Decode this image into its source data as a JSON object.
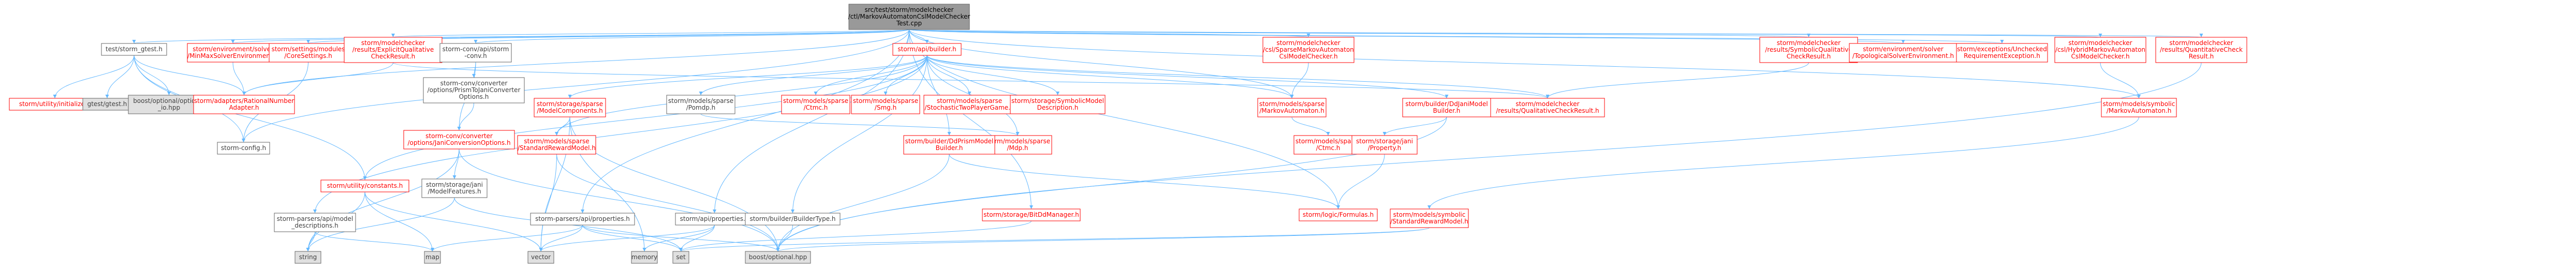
{
  "diagram_type": "include dependency graph",
  "colors": {
    "root_fill": "#999999",
    "root_border": "#666666",
    "node_fill": "#ffffff",
    "node_border_internal": "#ff0000",
    "node_border_external": "#666666",
    "leaf_fill": "#e0e0e0",
    "text_internal": "#ff0000",
    "text_external": "#404040",
    "text_root": "#000000",
    "edge": "#63b8ff"
  },
  "nodes": [
    {
      "id": "root",
      "kind": "root",
      "lines": [
        "src/test/storm/modelchecker",
        "/ctl/MarkovAutomatonCslModelChecker",
        "Test.cpp"
      ]
    },
    {
      "id": "gtest",
      "kind": "external",
      "lines": [
        "test/storm_gtest.h"
      ]
    },
    {
      "id": "minmax",
      "kind": "internal",
      "lines": [
        "storm/environment/solver",
        "/MinMaxSolverEnvironment.h"
      ]
    },
    {
      "id": "coresettings",
      "kind": "internal",
      "lines": [
        "storm/settings/modules",
        "/CoreSettings.h"
      ]
    },
    {
      "id": "explicitqual",
      "kind": "internal",
      "lines": [
        "storm/modelchecker",
        "/results/ExplicitQualitative",
        "CheckResult.h"
      ]
    },
    {
      "id": "convapi",
      "kind": "external",
      "lines": [
        "storm-conv/api/storm",
        "-conv.h"
      ]
    },
    {
      "id": "apibuilder",
      "kind": "internal",
      "lines": [
        "storm/api/builder.h"
      ]
    },
    {
      "id": "sparsemacsl",
      "kind": "internal",
      "lines": [
        "storm/modelchecker",
        "/csl/SparseMarkovAutomaton",
        "CslModelChecker.h"
      ]
    },
    {
      "id": "symqual",
      "kind": "internal",
      "lines": [
        "storm/modelchecker",
        "/results/SymbolicQualitative",
        "CheckResult.h"
      ]
    },
    {
      "id": "topoenv",
      "kind": "internal",
      "lines": [
        "storm/environment/solver",
        "/TopologicalSolverEnvironment.h"
      ]
    },
    {
      "id": "unchecked",
      "kind": "internal",
      "lines": [
        "storm/exceptions/Unchecked",
        "RequirementException.h"
      ]
    },
    {
      "id": "hybridmacsl",
      "kind": "internal",
      "lines": [
        "storm/modelchecker",
        "/csl/HybridMarkovAutomaton",
        "CslModelChecker.h"
      ]
    },
    {
      "id": "quantres",
      "kind": "internal",
      "lines": [
        "storm/modelchecker",
        "/results/QuantitativeCheck",
        "Result.h"
      ]
    },
    {
      "id": "utilinit",
      "kind": "internal",
      "lines": [
        "storm/utility/initialize.h"
      ]
    },
    {
      "id": "gtesth",
      "kind": "leaf",
      "lines": [
        "gtest/gtest.h"
      ]
    },
    {
      "id": "boostopt",
      "kind": "leaf",
      "lines": [
        "boost/optional/optional",
        "_io.hpp"
      ]
    },
    {
      "id": "ratnum",
      "kind": "internal",
      "lines": [
        "storm/adapters/RationalNumber",
        "Adapter.h"
      ]
    },
    {
      "id": "prismconv",
      "kind": "external",
      "lines": [
        "storm-conv/converter",
        "/options/PrismToJaniConverter",
        "Options.h"
      ]
    },
    {
      "id": "stormconfig",
      "kind": "external",
      "lines": [
        "storm-config.h"
      ]
    },
    {
      "id": "janiconv",
      "kind": "internal",
      "lines": [
        "storm-conv/converter",
        "/options/JaniConversionOptions.h"
      ]
    },
    {
      "id": "modelcomp",
      "kind": "internal",
      "lines": [
        "storm/storage/sparse",
        "/ModelComponents.h"
      ]
    },
    {
      "id": "pomdph",
      "kind": "external",
      "lines": [
        "storm/models/sparse",
        "/Pomdp.h"
      ]
    },
    {
      "id": "ctmch",
      "kind": "internal",
      "lines": [
        "storm/models/sparse",
        "/Ctmc.h"
      ]
    },
    {
      "id": "smgh",
      "kind": "internal",
      "lines": [
        "storm/models/sparse",
        "/Smg.h"
      ]
    },
    {
      "id": "stochtwo",
      "kind": "internal",
      "lines": [
        "storm/models/sparse",
        "/StochasticTwoPlayerGame.h"
      ]
    },
    {
      "id": "symdesc",
      "kind": "internal",
      "lines": [
        "storm/storage/SymbolicModel",
        "Description.h"
      ]
    },
    {
      "id": "markovaut",
      "kind": "internal",
      "lines": [
        "storm/models/sparse",
        "/MarkovAutomaton.h"
      ]
    },
    {
      "id": "ddjani",
      "kind": "internal",
      "lines": [
        "storm/builder/DdJaniModel",
        "Builder.h"
      ]
    },
    {
      "id": "qualres",
      "kind": "internal",
      "lines": [
        "storm/modelchecker",
        "/results/QualitativeCheckResult.h"
      ]
    },
    {
      "id": "symmarkov",
      "kind": "internal",
      "lines": [
        "storm/models/symbolic",
        "/MarkovAutomaton.h"
      ]
    },
    {
      "id": "stdreward",
      "kind": "internal",
      "lines": [
        "storm/models/sparse",
        "/StandardRewardModel.h"
      ]
    },
    {
      "id": "mdph",
      "kind": "internal",
      "lines": [
        "storm/models/sparse",
        "/Mdp.h"
      ]
    },
    {
      "id": "ddprism",
      "kind": "internal",
      "lines": [
        "storm/builder/DdPrismModel",
        "Builder.h"
      ]
    },
    {
      "id": "ctmcsparse",
      "kind": "internal",
      "lines": [
        "storm/models/sparse",
        "/Ctmc.h"
      ]
    },
    {
      "id": "property",
      "kind": "internal",
      "lines": [
        "storm/storage/jani",
        "/Property.h"
      ]
    },
    {
      "id": "utilconst",
      "kind": "internal",
      "lines": [
        "storm/utility/constants.h"
      ]
    },
    {
      "id": "parsermodel",
      "kind": "external",
      "lines": [
        "storm-parsers/api/model",
        "_descriptions.h"
      ]
    },
    {
      "id": "modelfeat",
      "kind": "external",
      "lines": [
        "storm/storage/jani",
        "/ModelFeatures.h"
      ]
    },
    {
      "id": "parserprop",
      "kind": "external",
      "lines": [
        "storm-parsers/api/properties.h"
      ]
    },
    {
      "id": "apiprop",
      "kind": "external",
      "lines": [
        "storm/api/properties.h"
      ]
    },
    {
      "id": "buildertype",
      "kind": "external",
      "lines": [
        "storm/builder/BuilderType.h"
      ]
    },
    {
      "id": "bisim",
      "kind": "internal",
      "lines": [
        "storm/storage/BitDdManager.h"
      ]
    },
    {
      "id": "logicform",
      "kind": "internal",
      "lines": [
        "storm/logic/Formulas.h"
      ]
    },
    {
      "id": "symstdreward",
      "kind": "internal",
      "lines": [
        "storm/models/symbolic",
        "/StandardRewardModel.h"
      ]
    },
    {
      "id": "string",
      "kind": "leaf",
      "lines": [
        "string"
      ]
    },
    {
      "id": "map",
      "kind": "leaf",
      "lines": [
        "map"
      ]
    },
    {
      "id": "vector",
      "kind": "leaf",
      "lines": [
        "vector"
      ]
    },
    {
      "id": "memory",
      "kind": "leaf",
      "lines": [
        "memory"
      ]
    },
    {
      "id": "set",
      "kind": "leaf",
      "lines": [
        "set"
      ]
    },
    {
      "id": "boostoptional",
      "kind": "leaf",
      "lines": [
        "boost/optional.hpp"
      ]
    }
  ],
  "edges": [
    [
      "root",
      "gtest"
    ],
    [
      "root",
      "minmax"
    ],
    [
      "root",
      "coresettings"
    ],
    [
      "root",
      "explicitqual"
    ],
    [
      "root",
      "convapi"
    ],
    [
      "root",
      "apibuilder"
    ],
    [
      "root",
      "sparsemacsl"
    ],
    [
      "root",
      "symqual"
    ],
    [
      "root",
      "topoenv"
    ],
    [
      "root",
      "unchecked"
    ],
    [
      "root",
      "hybridmacsl"
    ],
    [
      "root",
      "quantres"
    ],
    [
      "root",
      "stormconfig"
    ],
    [
      "root",
      "ratnum"
    ],
    [
      "root",
      "markovaut"
    ],
    [
      "root",
      "symmarkov"
    ],
    [
      "root",
      "logicform"
    ],
    [
      "root",
      "bisim"
    ],
    [
      "root",
      "apiprop"
    ],
    [
      "root",
      "parserprop"
    ],
    [
      "gtest",
      "utilinit"
    ],
    [
      "gtest",
      "gtesth"
    ],
    [
      "gtest",
      "boostopt"
    ],
    [
      "gtest",
      "ratnum"
    ],
    [
      "gtest",
      "utilconst"
    ],
    [
      "gtest",
      "stormconfig"
    ],
    [
      "minmax",
      "ratnum"
    ],
    [
      "coresettings",
      "stormconfig"
    ],
    [
      "explicitqual",
      "ratnum"
    ],
    [
      "explicitqual",
      "qualres"
    ],
    [
      "convapi",
      "prismconv"
    ],
    [
      "convapi",
      "janiconv"
    ],
    [
      "prismconv",
      "janiconv"
    ],
    [
      "janiconv",
      "modelfeat"
    ],
    [
      "janiconv",
      "string"
    ],
    [
      "janiconv",
      "boostoptional"
    ],
    [
      "apibuilder",
      "modelcomp"
    ],
    [
      "apibuilder",
      "pomdph"
    ],
    [
      "apibuilder",
      "ctmch"
    ],
    [
      "apibuilder",
      "smgh"
    ],
    [
      "apibuilder",
      "stochtwo"
    ],
    [
      "apibuilder",
      "symdesc"
    ],
    [
      "apibuilder",
      "markovaut"
    ],
    [
      "apibuilder",
      "ddjani"
    ],
    [
      "apibuilder",
      "ddprism"
    ],
    [
      "apibuilder",
      "stdreward"
    ],
    [
      "apibuilder",
      "mdph"
    ],
    [
      "apibuilder",
      "parsermodel"
    ],
    [
      "apibuilder",
      "buildertype"
    ],
    [
      "apibuilder",
      "utilconst"
    ],
    [
      "apibuilder",
      "qualres"
    ],
    [
      "modelcomp",
      "stdreward"
    ],
    [
      "modelcomp",
      "vector"
    ],
    [
      "modelcomp",
      "memory"
    ],
    [
      "modelcomp",
      "boostoptional"
    ],
    [
      "pomdph",
      "mdph"
    ],
    [
      "markovaut",
      "ctmcsparse"
    ],
    [
      "ddjani",
      "property"
    ],
    [
      "ddjani",
      "boostoptional"
    ],
    [
      "property",
      "logicform"
    ],
    [
      "ddprism",
      "logicform"
    ],
    [
      "ddprism",
      "boostoptional"
    ],
    [
      "stdreward",
      "boostoptional"
    ],
    [
      "stdreward",
      "vector"
    ],
    [
      "utilconst",
      "string"
    ],
    [
      "utilconst",
      "vector"
    ],
    [
      "utilconst",
      "map"
    ],
    [
      "parsermodel",
      "string"
    ],
    [
      "parsermodel",
      "map"
    ],
    [
      "modelfeat",
      "string"
    ],
    [
      "modelfeat",
      "set"
    ],
    [
      "parserprop",
      "vector"
    ],
    [
      "parserprop",
      "set"
    ],
    [
      "parserprop",
      "boostoptional"
    ],
    [
      "parserprop",
      "map"
    ],
    [
      "apiprop",
      "vector"
    ],
    [
      "apiprop",
      "memory"
    ],
    [
      "apiprop",
      "set"
    ],
    [
      "buildertype",
      "boostoptional"
    ],
    [
      "bisim",
      "set"
    ],
    [
      "symmarkov",
      "symstdreward"
    ],
    [
      "symstdreward",
      "set"
    ],
    [
      "symstdreward",
      "boostoptional"
    ],
    [
      "sparsemacsl",
      "markovaut"
    ],
    [
      "hybridmacsl",
      "symmarkov"
    ],
    [
      "symqual",
      "qualres"
    ],
    [
      "quantres",
      "boostoptional"
    ]
  ]
}
